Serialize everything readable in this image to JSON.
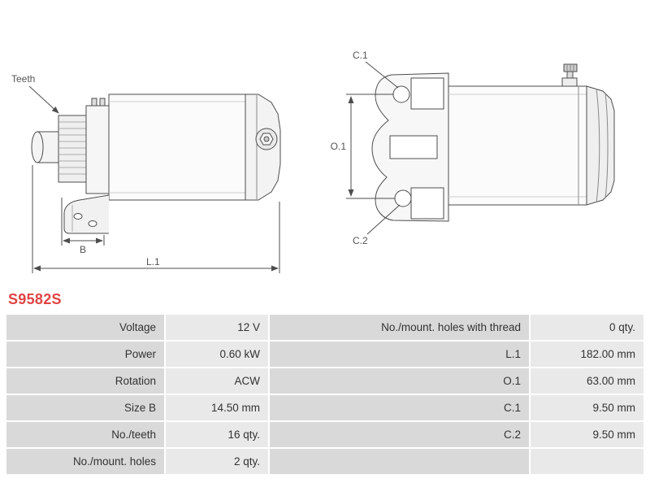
{
  "part_number": "S9582S",
  "diagram": {
    "labels": {
      "teeth": "Teeth",
      "b": "B",
      "l1": "L.1",
      "c1": "C.1",
      "o1": "O.1",
      "c2": "C.2"
    }
  },
  "colors": {
    "part_number_red": "#e04343",
    "label_cell_bg": "#d9d9d9",
    "value_cell_bg": "#e9e9e9",
    "diagram_line": "#4d4d4d"
  },
  "table": {
    "rows": [
      {
        "label_left": "Voltage",
        "value_left": "12 V",
        "label_right": "No./mount. holes with thread",
        "value_right": "0 qty."
      },
      {
        "label_left": "Power",
        "value_left": "0.60 kW",
        "label_right": "L.1",
        "value_right": "182.00 mm"
      },
      {
        "label_left": "Rotation",
        "value_left": "ACW",
        "label_right": "O.1",
        "value_right": "63.00 mm"
      },
      {
        "label_left": "Size B",
        "value_left": "14.50 mm",
        "label_right": "C.1",
        "value_right": "9.50 mm"
      },
      {
        "label_left": "No./teeth",
        "value_left": "16 qty.",
        "label_right": "C.2",
        "value_right": "9.50 mm"
      },
      {
        "label_left": "No./mount. holes",
        "value_left": "2 qty.",
        "label_right": "",
        "value_right": ""
      }
    ]
  }
}
